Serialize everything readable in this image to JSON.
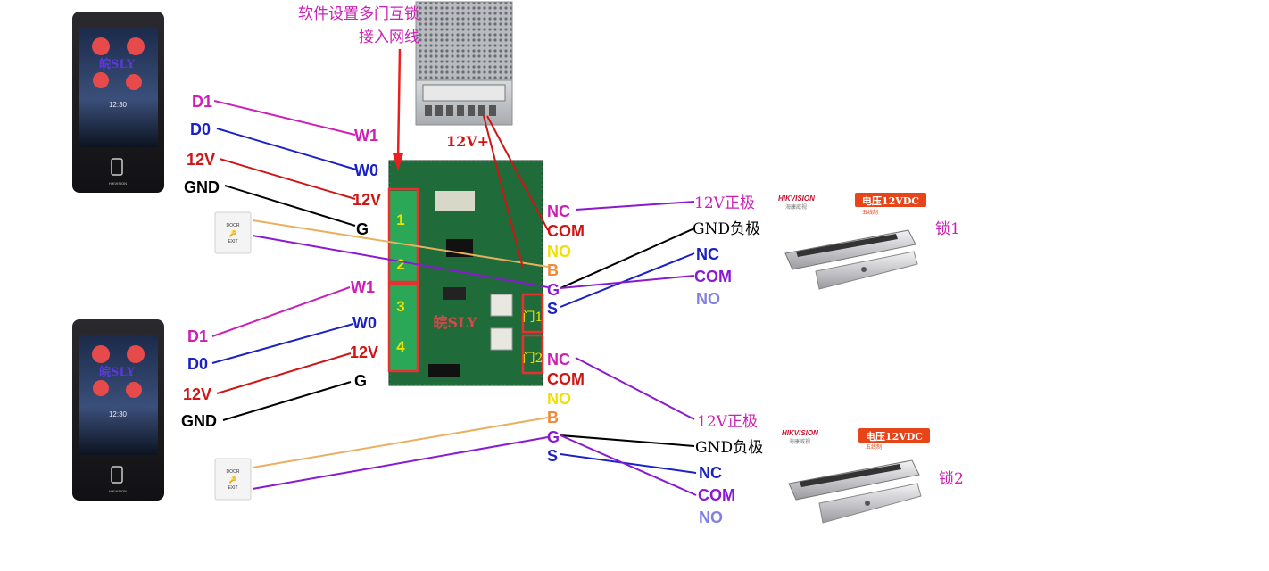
{
  "annotations": {
    "software_line1": "软件设置多门互锁",
    "software_line2": "接入网线",
    "psu_label": "12V+",
    "watermark": "皖SLY"
  },
  "reader_brand": "HIKVISION",
  "reader_time": "12:30",
  "exit_button": {
    "line1": "DOOR",
    "line2": "EXIT",
    "key_glyph": "🔑"
  },
  "reader1_wires": [
    "D1",
    "D0",
    "12V",
    "GND"
  ],
  "reader2_wires": [
    "D1",
    "D0",
    "12V",
    "GND"
  ],
  "board_left_terminals_top": [
    "W1",
    "W0",
    "12V",
    "G"
  ],
  "board_left_terminals_bottom": [
    "W1",
    "W0",
    "12V",
    "G"
  ],
  "board_blocks": [
    "1",
    "2",
    "3",
    "4"
  ],
  "door_blocks": [
    "门1",
    "门2"
  ],
  "relay1": [
    "NC",
    "COM",
    "NO",
    "B",
    "G",
    "S"
  ],
  "relay2": [
    "NC",
    "COM",
    "NO",
    "B",
    "G",
    "S"
  ],
  "lock1": {
    "positive": "12V正极",
    "ground": "GND负极",
    "pins": [
      "NC",
      "COM",
      "NO"
    ],
    "voltage": "电压12VDC",
    "wires": "五线制",
    "brand": "HIKVISION",
    "brand_cn": "海康威视",
    "name": "锁1"
  },
  "lock2": {
    "positive": "12V正极",
    "ground": "GND负极",
    "pins": [
      "NC",
      "COM",
      "NO"
    ],
    "voltage": "电压12VDC",
    "wires": "五线制",
    "brand": "HIKVISION",
    "brand_cn": "海康威视",
    "name": "锁2"
  },
  "colors": {
    "magenta": "#cc1fb4",
    "blue": "#1a22c4",
    "red": "#d01515",
    "black": "#000000",
    "yellow": "#f0e000",
    "orange": "#f08a3a",
    "purple": "#8a1ad0",
    "lavender": "#8080e0",
    "tan": "#e8b060",
    "board_green": "#1f6b3a",
    "lock_red": "#e8441a"
  }
}
